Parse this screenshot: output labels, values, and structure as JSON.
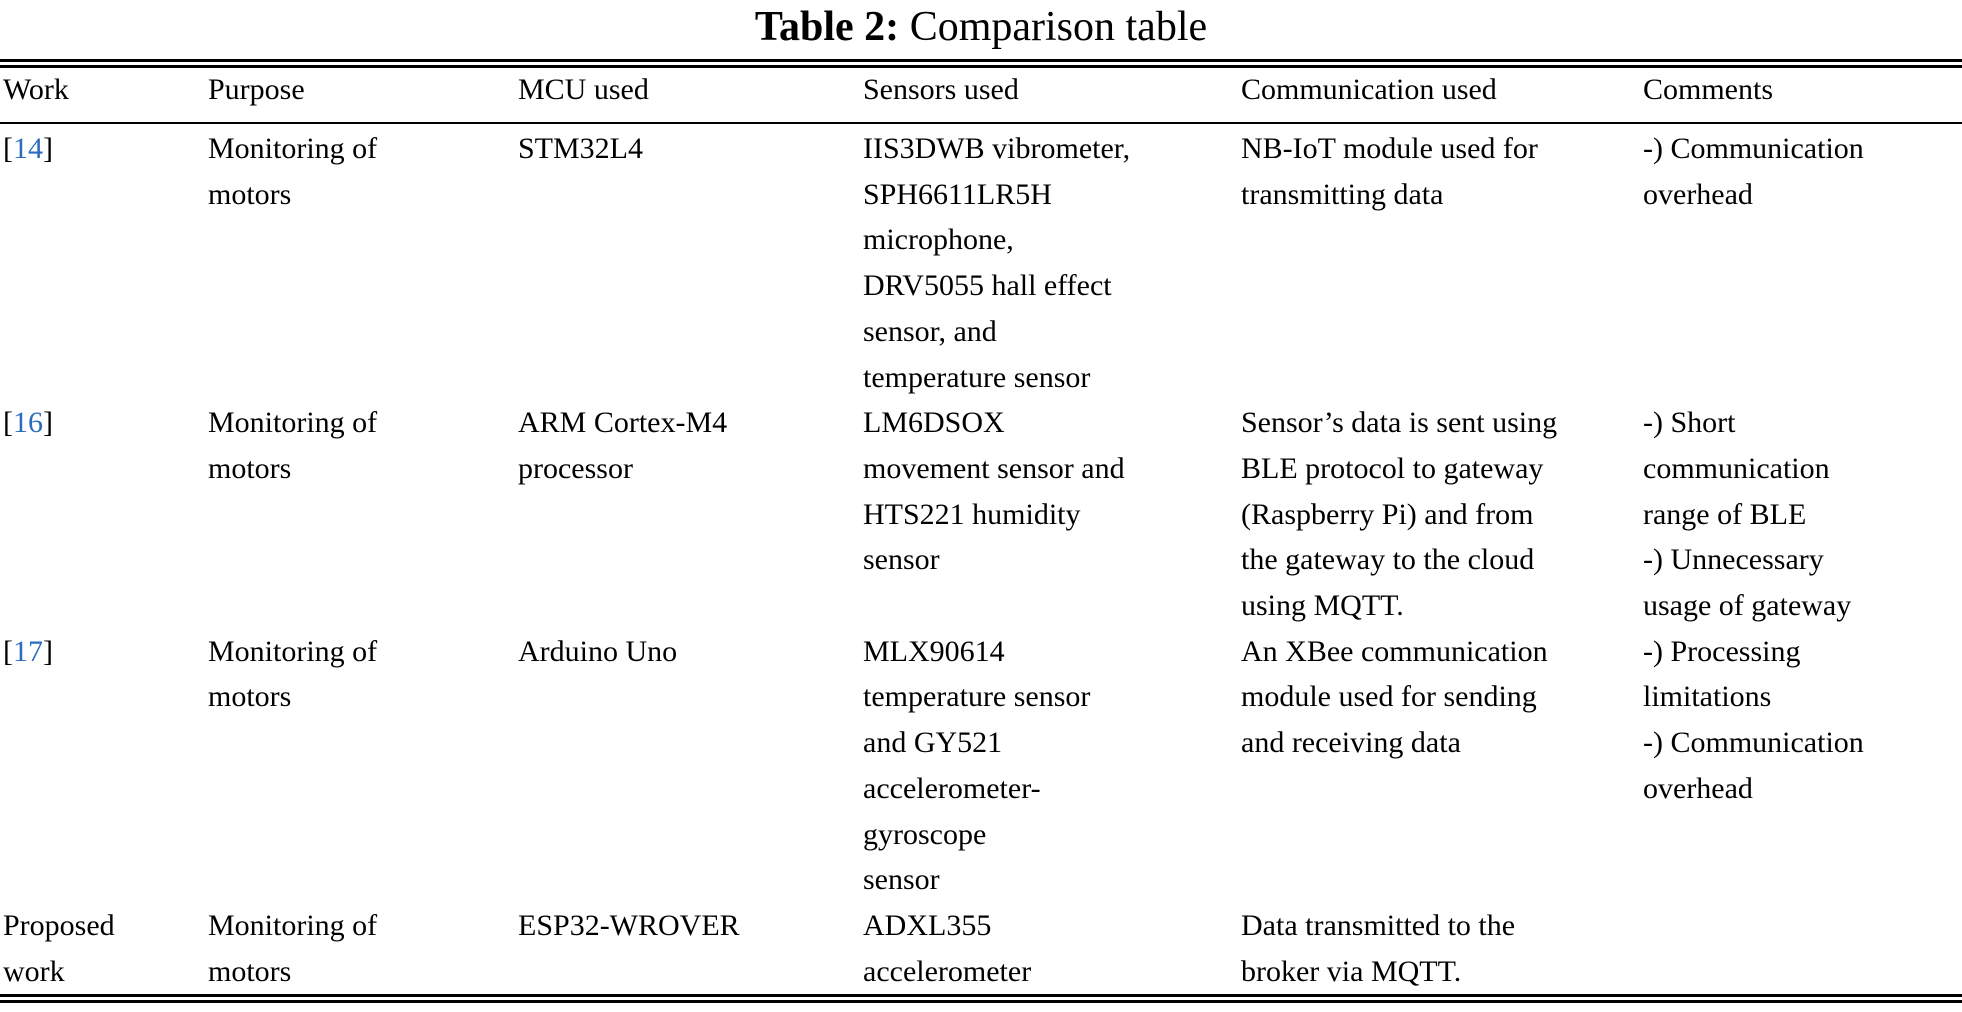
{
  "caption": {
    "label": "Table 2:",
    "text": " Comparison table"
  },
  "colors": {
    "link_blue": "#2b6cbf",
    "text": "#000000",
    "rule": "#000000",
    "background": "#ffffff"
  },
  "table": {
    "columns": [
      {
        "key": "work",
        "label": "Work"
      },
      {
        "key": "purpose",
        "label": "Purpose"
      },
      {
        "key": "mcu",
        "label": "MCU used"
      },
      {
        "key": "sensors",
        "label": "Sensors used"
      },
      {
        "key": "communication",
        "label": "Communication used"
      },
      {
        "key": "comments",
        "label": "Comments"
      }
    ],
    "rows": [
      {
        "work": {
          "ref": "14"
        },
        "purpose": "Monitoring of\nmotors",
        "mcu": "STM32L4",
        "sensors": "IIS3DWB vibrometer,\nSPH6611LR5H\nmicrophone,\nDRV5055 hall effect\nsensor, and\ntemperature sensor",
        "communication": "NB-IoT module used for\ntransmitting data",
        "comments": "-) Communication\noverhead"
      },
      {
        "work": {
          "ref": "16"
        },
        "purpose": "Monitoring of\nmotors",
        "mcu": "ARM Cortex-M4\nprocessor",
        "sensors": "LM6DSOX\nmovement sensor and\nHTS221 humidity\nsensor",
        "communication": "Sensor’s data is sent using\nBLE protocol to gateway\n(Raspberry Pi) and from\nthe gateway to the cloud\nusing MQTT.",
        "comments": "-) Short\ncommunication\nrange of BLE\n-) Unnecessary\nusage of gateway"
      },
      {
        "work": {
          "ref": "17"
        },
        "purpose": "Monitoring of\nmotors",
        "mcu": "Arduino Uno",
        "sensors": "MLX90614\ntemperature sensor\nand GY521\naccelerometer-\ngyroscope\nsensor",
        "communication": "An XBee communication\nmodule used for sending\nand receiving data",
        "comments": "-) Processing\nlimitations\n-) Communication\noverhead"
      },
      {
        "work": {
          "text": "Proposed\nwork"
        },
        "purpose": "Monitoring of\nmotors",
        "mcu": "ESP32-WROVER",
        "sensors": "ADXL355\naccelerometer",
        "communication": "Data transmitted to the\nbroker via MQTT.",
        "comments": ""
      }
    ]
  }
}
